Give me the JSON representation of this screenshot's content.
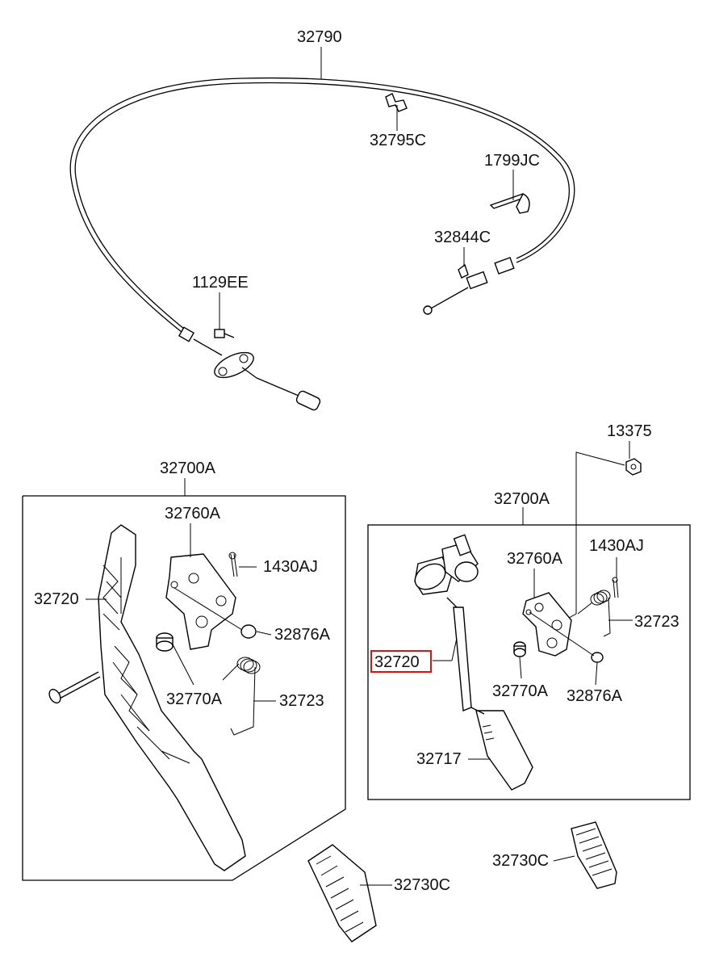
{
  "labels": {
    "cable": "32790",
    "clip_c": "32795C",
    "tie": "1799JC",
    "clip_b": "32844C",
    "bolt": "1129EE",
    "nut": "13375",
    "assy_left": "32700A",
    "assy_right": "32700A",
    "bracket_left": "32760A",
    "bracket_right": "32760A",
    "pin_left": "1430AJ",
    "pin_right": "1430AJ",
    "arm_left": "32720",
    "arm_right": "32720",
    "stopper_left": "32876A",
    "stopper_right": "32876A",
    "bushing_left": "32770A",
    "bushing_right": "32770A",
    "spring_left": "32723",
    "spring_right": "32723",
    "pad_right_assy": "32717",
    "pad_left": "32730C",
    "pad_right": "32730C"
  },
  "colors": {
    "highlight": "#e01010",
    "ink": "#000000"
  }
}
